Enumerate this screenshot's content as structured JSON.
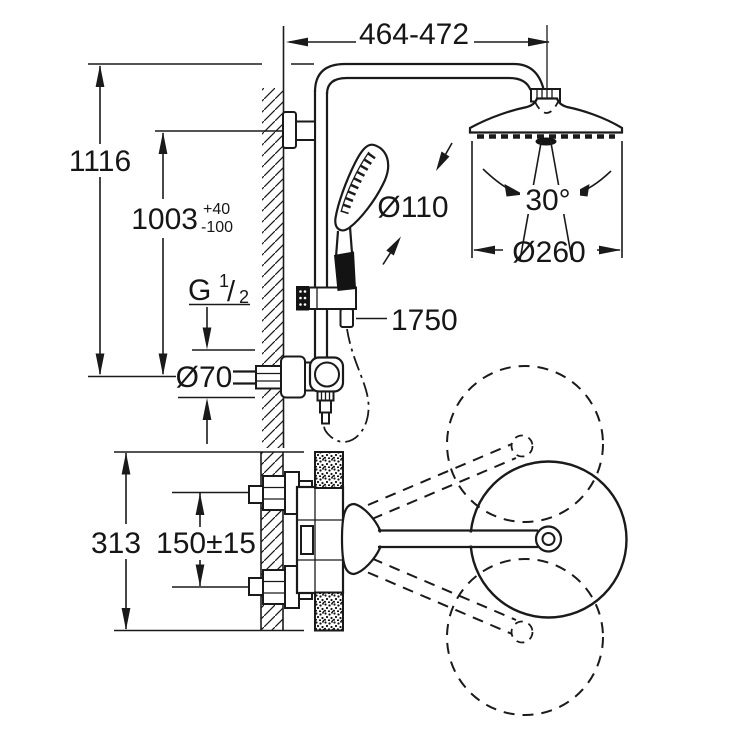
{
  "labels": {
    "top_width": "464-472",
    "total_height": "1116",
    "upper_height": "1003",
    "upper_height_tol_plus": "+40",
    "upper_height_tol_minus": "-100",
    "thread_g": "G",
    "thread_num": "1",
    "thread_slash": "/",
    "thread_den": "2",
    "escutcheon_dia": "Ø70",
    "hand_shower_dia": "Ø110",
    "spray_angle": "30°",
    "head_shower_dia": "Ø260",
    "hose_length": "1750",
    "lower_height": "313",
    "supply_spacing": "150±15"
  },
  "style": {
    "line_color": "#1a1a1a",
    "background": "#ffffff"
  }
}
